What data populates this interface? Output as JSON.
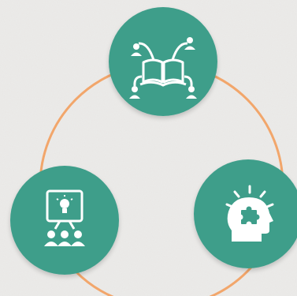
{
  "diagram": {
    "layout": "cycle",
    "ring_color": "#f2a66b",
    "node_color": "#3e9e8a",
    "icon_color": "#ffffff",
    "background": "#ecebe9",
    "nodes": [
      {
        "id": "top",
        "icon": "open-book-network-icon"
      },
      {
        "id": "right",
        "icon": "head-puzzle-idea-icon"
      },
      {
        "id": "left",
        "icon": "presentation-audience-icon"
      }
    ]
  }
}
